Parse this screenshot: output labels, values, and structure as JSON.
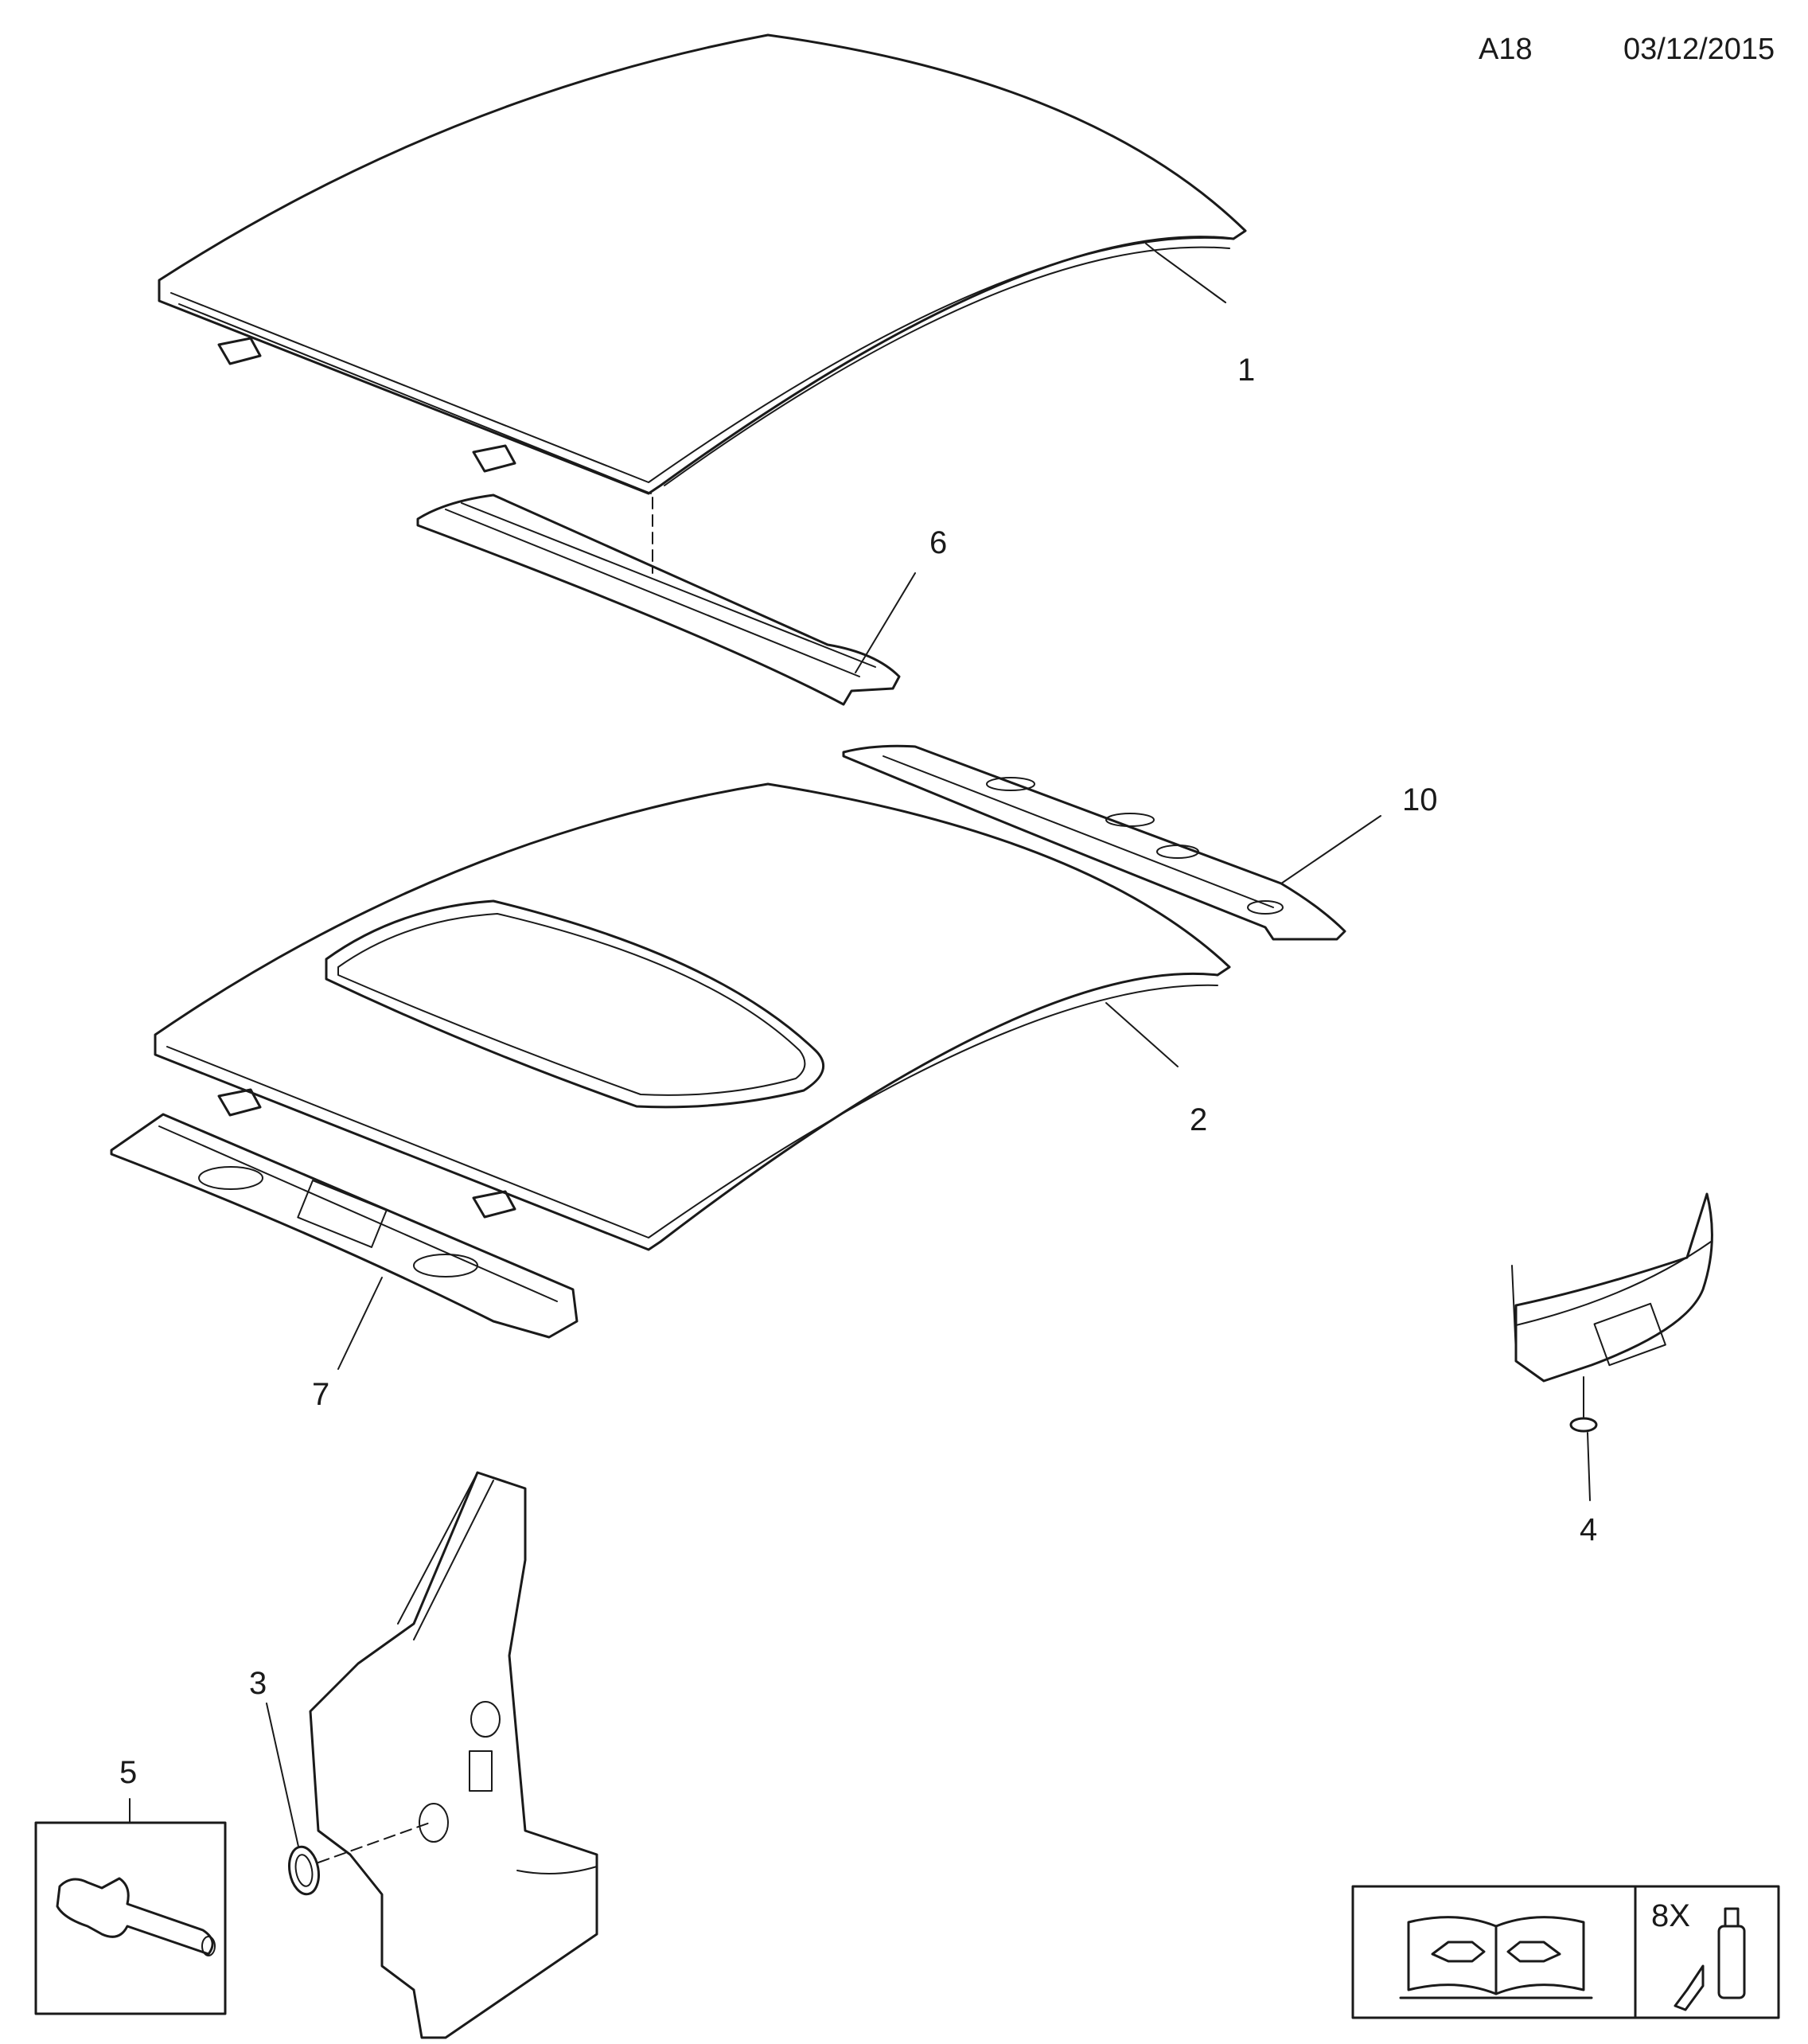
{
  "header": {
    "code": "A18",
    "date": "03/12/2015"
  },
  "callouts": [
    {
      "id": "1"
    },
    {
      "id": "6"
    },
    {
      "id": "10"
    },
    {
      "id": "2"
    },
    {
      "id": "7"
    },
    {
      "id": "4"
    },
    {
      "id": "3"
    },
    {
      "id": "5"
    }
  ],
  "legend": {
    "manual_icon": "service-manual-wrench-icon",
    "quantity": "8X",
    "adhesive_icon": "adhesive-bottle-icon"
  },
  "colors": {
    "line": "#1a1a1a",
    "background": "#ffffff"
  }
}
